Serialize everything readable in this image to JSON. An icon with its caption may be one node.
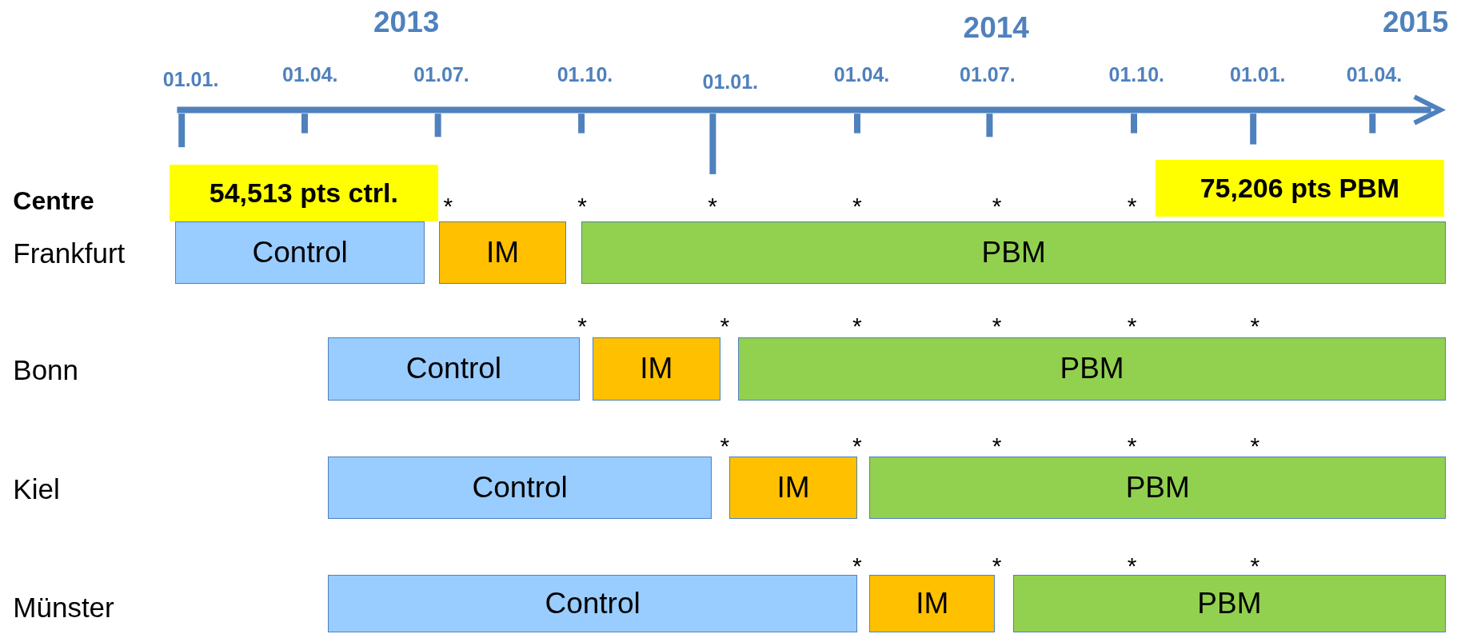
{
  "diagram": {
    "nodes": [
      {
        "text": [
          "54,513 pts ctrl."
        ]
      },
      {
        "text": [
          "75,206 pts PBM"
        ]
      },
      {
        "text": [
          "Control"
        ]
      },
      {
        "text": [
          "IM"
        ]
      },
      {
        "text": [
          "PBM"
        ]
      },
      {
        "text": [
          "Control"
        ]
      },
      {
        "text": [
          "IM"
        ]
      },
      {
        "text": [
          "PBM"
        ]
      },
      {
        "text": [
          "Control"
        ]
      },
      {
        "text": [
          "IM"
        ]
      },
      {
        "text": [
          "PBM"
        ]
      },
      {
        "text": [
          "Control"
        ]
      },
      {
        "text": [
          "IM"
        ]
      },
      {
        "text": [
          "PBM"
        ]
      }
    ],
    "labels": [
      "2013",
      "2014",
      "2015",
      "01.01.",
      "01.04.",
      "01.07.",
      "01.10.",
      "01.01.",
      "01.04.",
      "01.07.",
      "01.10.",
      "01.01.",
      "01.04.",
      "Centre",
      "*",
      "*",
      "*",
      "*",
      "*",
      "*",
      "Frankfurt",
      "*",
      "*",
      "*",
      "*",
      "*",
      "*",
      "Bonn",
      "*",
      "*",
      "*",
      "*",
      "*",
      "Kiel",
      "*",
      "*",
      "*",
      "*",
      "Münster"
    ]
  }
}
